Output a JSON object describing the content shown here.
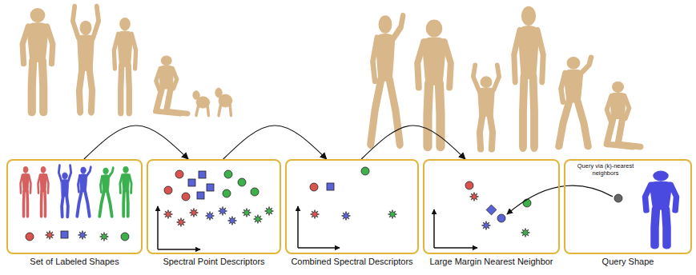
{
  "diagram": {
    "nodes": [
      {
        "text": [
          "Set of Labeled Shapes"
        ]
      },
      {
        "text": [
          "Spectral Point Descriptors"
        ]
      },
      {
        "text": [
          "Combined Spectral Descriptors"
        ]
      },
      {
        "text": [
          "Large Margin Nearest Neighbor"
        ]
      },
      {
        "text": [
          "Query Shape",
          "Query via (k)-nearest neighbors"
        ]
      }
    ],
    "edges": [
      {
        "from": 0,
        "to": 1,
        "arrow": "to"
      },
      {
        "from": 1,
        "to": 2,
        "arrow": "to"
      },
      {
        "from": 2,
        "to": 3,
        "arrow": "to"
      }
    ]
  }
}
